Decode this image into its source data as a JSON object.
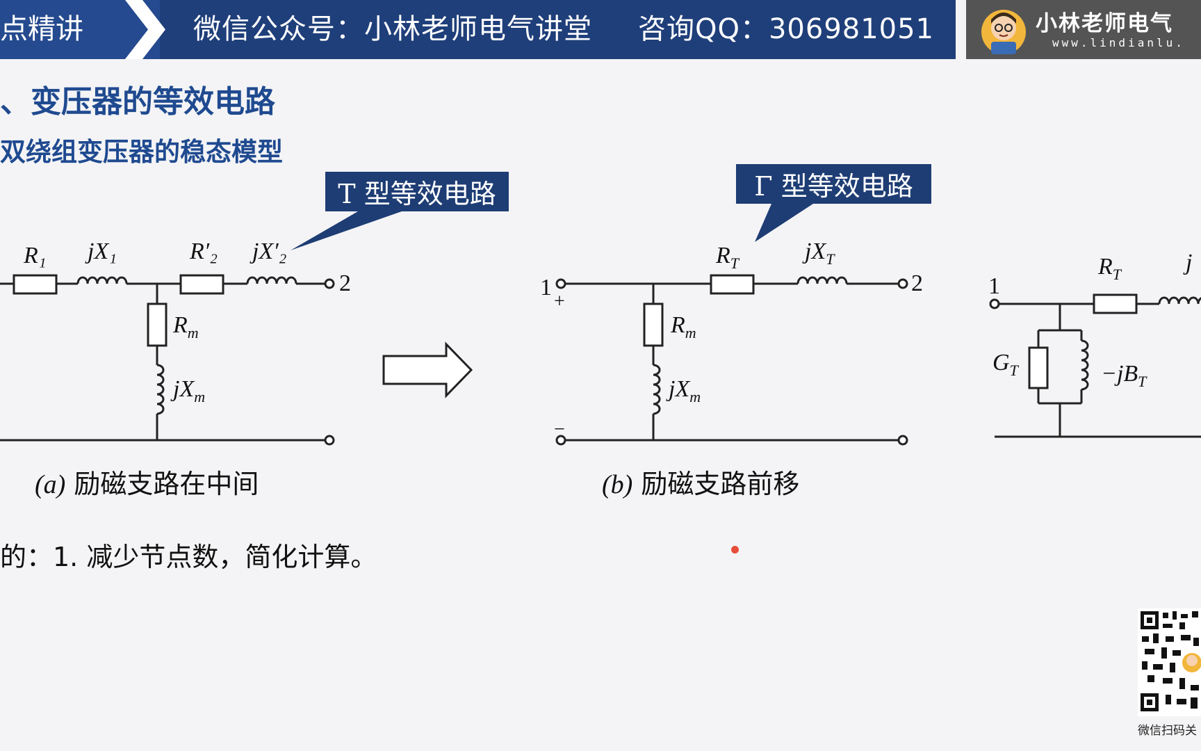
{
  "banner": {
    "left_fragment": "点精讲",
    "wechat": "微信公众号：小林老师电气讲堂",
    "qq": "咨询QQ：306981051"
  },
  "logo": {
    "brand": "小林老师电气",
    "url": "www.lindianlu."
  },
  "headings": {
    "h1": "、变压器的等效电路",
    "h2": "双绕组变压器的稳态模型"
  },
  "callouts": {
    "t_type": "T 型等效电路",
    "gamma_type": "Γ 型等效电路"
  },
  "circuit_a": {
    "labels": {
      "r1": "R₁",
      "jx1": "jX₁",
      "r2": "R′₂",
      "jx2": "jX′₂",
      "rm": "R",
      "rm_sub": "m",
      "jxm": "jX",
      "jxm_sub": "m",
      "port2": "2"
    },
    "caption_paren": "(a)",
    "caption_text": " 励磁支路在中间"
  },
  "circuit_b": {
    "labels": {
      "port1": "1",
      "plus": "+",
      "minus": "−",
      "rt": "R",
      "rt_sub": "T",
      "jxt": "jX",
      "jxt_sub": "T",
      "rm": "R",
      "rm_sub": "m",
      "jxm": "jX",
      "jxm_sub": "m",
      "port2": "2"
    },
    "caption_paren": "(b)",
    "caption_text": " 励磁支路前移"
  },
  "circuit_c": {
    "labels": {
      "port1": "1",
      "rt": "R",
      "rt_sub": "T",
      "jx_partial": "j",
      "gt": "G",
      "gt_sub": "T",
      "bt": "−jB",
      "bt_sub": "T"
    }
  },
  "note": "的：1. 减少节点数，简化计算。",
  "qr": {
    "label": "微信扫码关"
  },
  "colors": {
    "banner": "#1f3f7a",
    "heading": "#1f4a90",
    "callout": "#1e3d74",
    "marker": "#e84d3b"
  }
}
